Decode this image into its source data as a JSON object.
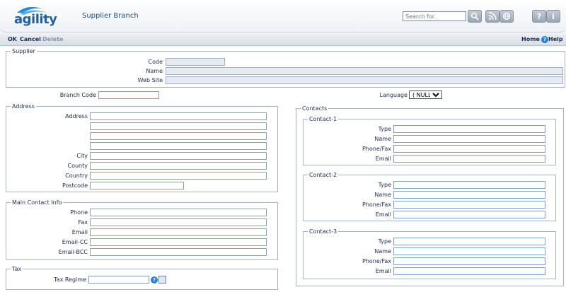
{
  "app": {
    "logo_text": "agility",
    "page_title": "Supplier Branch"
  },
  "header": {
    "search_placeholder": "Search for..",
    "icons": [
      "search-icon",
      "rss-icon",
      "globe-icon",
      "help-icon",
      "info-icon"
    ]
  },
  "toolbar": {
    "ok": "OK",
    "cancel": "Cancel",
    "delete": "Delete",
    "home": "Home",
    "help": "Help"
  },
  "supplier": {
    "legend": "Supplier",
    "code_label": "Code",
    "code_value": "",
    "name_label": "Name",
    "name_value": "",
    "website_label": "Web Site",
    "website_value": ""
  },
  "branch": {
    "branch_code_label": "Branch Code",
    "branch_code_value": "",
    "language_label": "Language",
    "language_value": "( NULL )"
  },
  "address": {
    "legend": "Address",
    "address_label": "Address",
    "city_label": "City",
    "county_label": "County",
    "country_label": "Country",
    "postcode_label": "Postcode"
  },
  "main_contact": {
    "legend": "Main Contact Info",
    "phone_label": "Phone",
    "fax_label": "Fax",
    "email_label": "Email",
    "email_cc_label": "Email-CC",
    "email_bcc_label": "Email-BCC"
  },
  "tax": {
    "legend": "Tax",
    "tax_regime_label": "Tax Regime",
    "tax_regime_value": ""
  },
  "contacts": {
    "legend": "Contacts",
    "groups": [
      {
        "legend": "Contact-1",
        "type_label": "Type",
        "name_label": "Name",
        "phone_label": "Phone/Fax",
        "email_label": "Email"
      },
      {
        "legend": "Contact-2",
        "type_label": "Type",
        "name_label": "Name",
        "phone_label": "Phone/Fax",
        "email_label": "Email"
      },
      {
        "legend": "Contact-3",
        "type_label": "Type",
        "name_label": "Name",
        "phone_label": "Phone/Fax",
        "email_label": "Email"
      }
    ]
  },
  "colors": {
    "brand": "#1d5fae",
    "field_border": "#7fa0c8",
    "readonly_fill": "#e4ebf3"
  }
}
